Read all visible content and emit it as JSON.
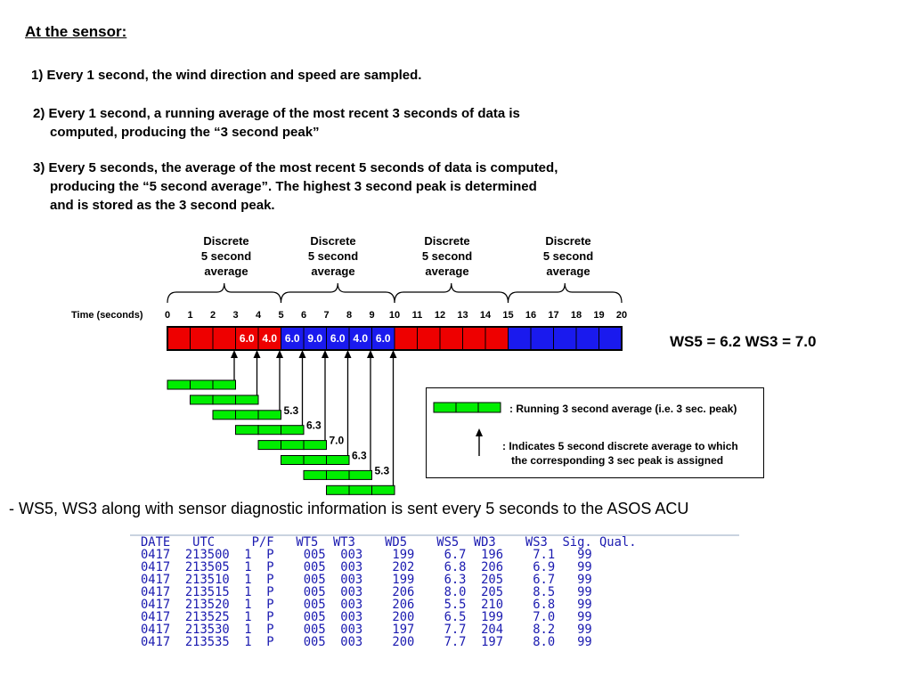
{
  "heading": "At the sensor:",
  "steps": {
    "s1": "1)  Every 1 second, the wind direction and speed are sampled.",
    "s2a": "2) Every 1 second, a running average of the most recent 3 seconds of data is",
    "s2b": "computed, producing the “3 second peak”",
    "s3a": "3) Every 5 seconds, the average of the most recent 5 seconds of data  is computed,",
    "s3b": "producing the “5 second average”. The highest 3 second peak is determined",
    "s3c": "and is stored as the 3 second peak."
  },
  "discrete_label": [
    "Discrete",
    "5 second",
    "average"
  ],
  "time_label": "Time (seconds)",
  "time_ticks": [
    "0",
    "1",
    "2",
    "3",
    "4",
    "5",
    "6",
    "7",
    "8",
    "9",
    "10",
    "11",
    "12",
    "13",
    "14",
    "15",
    "16",
    "17",
    "18",
    "19",
    "20"
  ],
  "cell_colors": [
    "red",
    "red",
    "red",
    "red",
    "red",
    "blue",
    "blue",
    "blue",
    "blue",
    "blue",
    "red",
    "red",
    "red",
    "red",
    "red",
    "blue",
    "blue",
    "blue",
    "blue",
    "blue"
  ],
  "cell_values": [
    "",
    "",
    "",
    "6.0",
    "4.0",
    "6.0",
    "9.0",
    "6.0",
    "4.0",
    "6.0",
    "",
    "",
    "",
    "",
    "",
    "",
    "",
    "",
    "",
    ""
  ],
  "colors": {
    "red": "#ee0000",
    "blue": "#1a1aee",
    "green": "#00ee00"
  },
  "peak_labels": [
    "5.3",
    "6.3",
    "7.0",
    "6.3",
    "5.3"
  ],
  "summary": "WS5 = 6.2   WS3 = 7.0",
  "legend": {
    "running": ":  Running 3 second average (i.e. 3 sec. peak)",
    "arrow_a": ":  Indicates 5 second discrete average to which",
    "arrow_b": "the corresponding 3 sec peak is assigned"
  },
  "note": "- WS5, WS3 along with sensor diagnostic information is sent every 5 seconds to the ASOS ACU",
  "table": {
    "header": "DATE   UTC     P/F   WT5  WT3    WD5    WS5  WD3    WS3  Sig. Qual.",
    "rows": [
      "0417  213500  1  P    005  003    199    6.7  196    7.1   99",
      "0417  213505  1  P    005  003    202    6.8  206    6.9   99",
      "0417  213510  1  P    005  003    199    6.3  205    6.7   99",
      "0417  213515  1  P    005  003    206    8.0  205    8.5   99",
      "0417  213520  1  P    005  003    206    5.5  210    6.8   99",
      "0417  213525  1  P    005  003    200    6.5  199    7.0   99",
      "0417  213530  1  P    005  003    197    7.7  204    8.2   99",
      "0417  213535  1  P    005  003    200    7.7  197    8.0   99"
    ]
  }
}
